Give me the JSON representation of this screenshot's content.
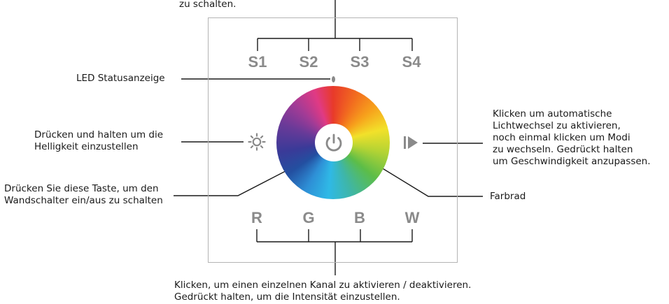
{
  "annotations": {
    "top": "zu schalten.",
    "led": "LED Statusanzeige",
    "brightness": [
      "Drücken und halten um die",
      "Helligkeit einzustellen"
    ],
    "power": [
      "Drücken Sie diese Taste, um den",
      "Wandschalter ein/aus zu schalten"
    ],
    "auto": [
      "Klicken um automatische",
      "Lichtwechsel zu aktivieren,",
      "noch einmal klicken um Modi",
      "zu wechseln. Gedrückt halten",
      "um Geschwindigkeit anzupassen."
    ],
    "wheel": "Farbrad",
    "channels": [
      "Klicken, um einen einzelnen Kanal zu aktivieren / deaktivieren.",
      "Gedrückt halten, um die Intensität einzustellen."
    ]
  },
  "panel": {
    "scene_buttons": [
      "S1",
      "S2",
      "S3",
      "S4"
    ],
    "channel_buttons": [
      "R",
      "G",
      "B",
      "W"
    ],
    "brightness_icon": "sun-icon",
    "power_icon": "power-icon",
    "play_icon": "play-icon",
    "label_color": "#8a8a8a"
  }
}
